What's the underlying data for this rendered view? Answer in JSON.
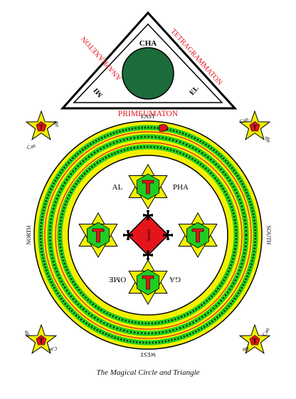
{
  "triangle": {
    "left_text": "ANAPHAXETON",
    "right_text": "TETRAGRAMMATON",
    "bottom_text": "PRIMEUMATON",
    "inner_top": "CHA",
    "inner_left": "MI",
    "inner_right": "EL"
  },
  "directions": {
    "east": "EAST",
    "west": "WEST",
    "north": "NORTH",
    "south": "SOUTH"
  },
  "words": {
    "alpha_left": "AL",
    "alpha_right": "PHA",
    "omega_left": "OME",
    "omega_right": "GA",
    "hexagram_letter": "T",
    "center_square": "Nomen"
  },
  "pentagram_inscriptions": {
    "first": "Can",
    "second": "dle"
  },
  "caption": "The Magical Circle and Triangle",
  "colors": {
    "yellow": "#f3f000",
    "green": "#22cc22",
    "dark_green": "#1c6b3a",
    "red": "#e4141b",
    "black": "#000000"
  }
}
